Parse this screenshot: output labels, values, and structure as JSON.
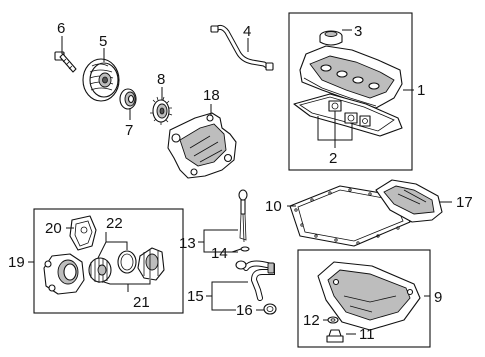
{
  "callouts": [
    "1",
    "2",
    "3",
    "4",
    "5",
    "6",
    "7",
    "8",
    "9",
    "10",
    "11",
    "12",
    "13",
    "14",
    "15",
    "16",
    "17",
    "18",
    "19",
    "20",
    "21",
    "22"
  ],
  "colors": {
    "ink": "#111111",
    "shade": "#bdbdbd",
    "background": "#ffffff"
  }
}
